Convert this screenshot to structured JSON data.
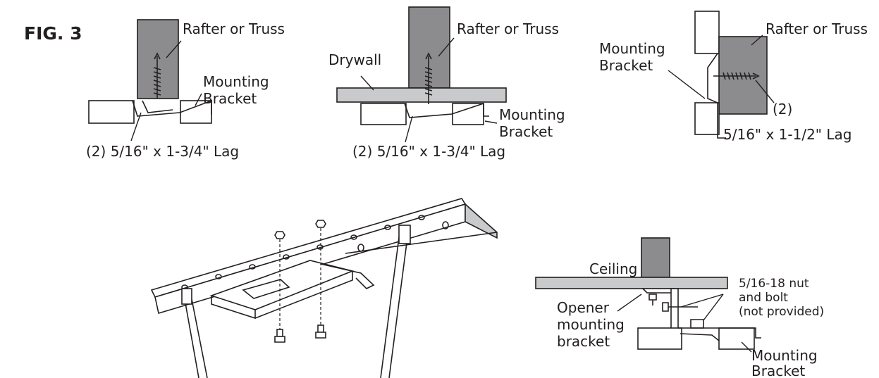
{
  "figure_label": "FIG. 3",
  "panel_rafter_mount": {
    "rafter_label": "Rafter or Truss",
    "bracket_label_line1": "Mounting",
    "bracket_label_line2": "Bracket",
    "lag_label": "(2) 5/16\" x 1-3/4\" Lag"
  },
  "panel_drywall_mount": {
    "rafter_label": "Rafter or Truss",
    "drywall_label": "Drywall",
    "bracket_label_line1": "Mounting",
    "bracket_label_line2": "Bracket",
    "lag_label": "(2) 5/16\" x 1-3/4\" Lag"
  },
  "panel_side_mount": {
    "rafter_label": "Rafter or Truss",
    "bracket_label_line1": "Mounting",
    "bracket_label_line2": "Bracket",
    "qty_label": "(2)",
    "lag_label": "5/16\" x 1-1/2\" Lag"
  },
  "panel_ceiling_mount": {
    "ceiling_label": "Ceiling",
    "nut_label_line1": "5/16-18 nut",
    "nut_label_line2": "and bolt",
    "nut_label_line3": "(not provided)",
    "opener_label_line1": "Opener",
    "opener_label_line2": "mounting",
    "opener_label_line3": "bracket",
    "bracket_label_line1": "Mounting",
    "bracket_label_line2": "Bracket"
  },
  "colors": {
    "ink": "#231f20",
    "wood": "#8c8c8e",
    "drywall": "#c9cacc"
  }
}
